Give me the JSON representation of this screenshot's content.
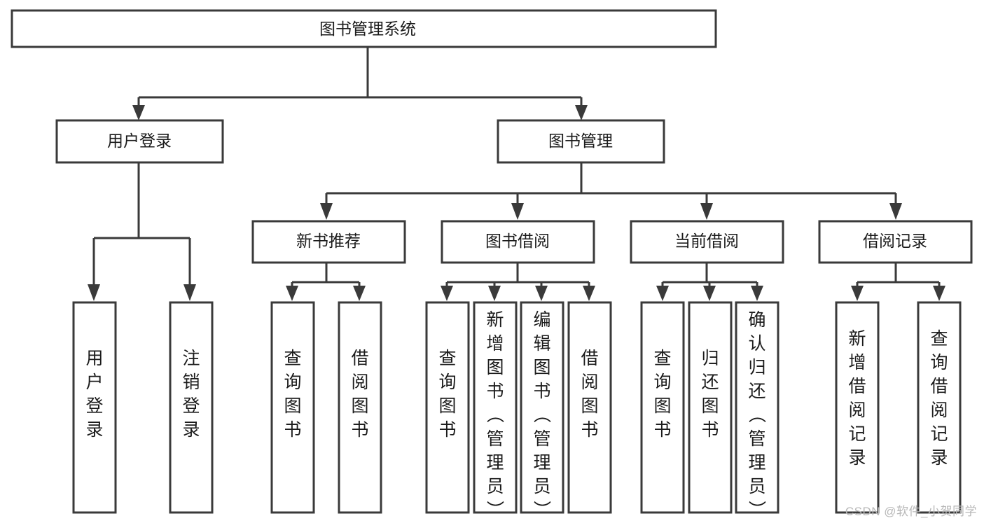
{
  "diagram": {
    "type": "tree-hierarchy",
    "title": "图书管理系统",
    "orientation": "top-down",
    "colors": {
      "box_stroke": "#3a3a3a",
      "box_fill": "#ffffff",
      "text": "#1b1b1b",
      "background": "#ffffff",
      "watermark": "#b8b8b8"
    },
    "root": {
      "id": "root",
      "label": "图书管理系统"
    },
    "level2": [
      {
        "id": "user-login",
        "label": "用户登录"
      },
      {
        "id": "book-manage",
        "label": "图书管理"
      }
    ],
    "level3": [
      {
        "id": "new-book-recommend",
        "label": "新书推荐",
        "parent": "book-manage"
      },
      {
        "id": "book-borrow",
        "label": "图书借阅",
        "parent": "book-manage"
      },
      {
        "id": "current-borrow",
        "label": "当前借阅",
        "parent": "book-manage"
      },
      {
        "id": "borrow-record",
        "label": "借阅记录",
        "parent": "book-manage"
      }
    ],
    "leaves": [
      {
        "id": "leaf-user-login",
        "label": "用户登录",
        "parent": "user-login"
      },
      {
        "id": "leaf-logout-login",
        "label": "注销登录",
        "parent": "user-login"
      },
      {
        "id": "leaf-query-book-1",
        "label": "查询图书",
        "parent": "new-book-recommend"
      },
      {
        "id": "leaf-borrow-book-1",
        "label": "借阅图书",
        "parent": "new-book-recommend"
      },
      {
        "id": "leaf-query-book-2",
        "label": "查询图书",
        "parent": "book-borrow"
      },
      {
        "id": "leaf-add-book",
        "label": "新增图书（管理员）",
        "parent": "book-borrow"
      },
      {
        "id": "leaf-edit-book",
        "label": "编辑图书（管理员）",
        "parent": "book-borrow"
      },
      {
        "id": "leaf-borrow-book-2",
        "label": "借阅图书",
        "parent": "book-borrow"
      },
      {
        "id": "leaf-query-book-3",
        "label": "查询图书",
        "parent": "current-borrow"
      },
      {
        "id": "leaf-return-book",
        "label": "归还图书",
        "parent": "current-borrow"
      },
      {
        "id": "leaf-confirm-return",
        "label": "确认归还（管理员）",
        "parent": "current-borrow"
      },
      {
        "id": "leaf-add-record",
        "label": "新增借阅记录",
        "parent": "borrow-record"
      },
      {
        "id": "leaf-query-record",
        "label": "查询借阅记录",
        "parent": "borrow-record"
      }
    ]
  },
  "watermark": {
    "text": "CSDN @软件_小贺同学"
  }
}
